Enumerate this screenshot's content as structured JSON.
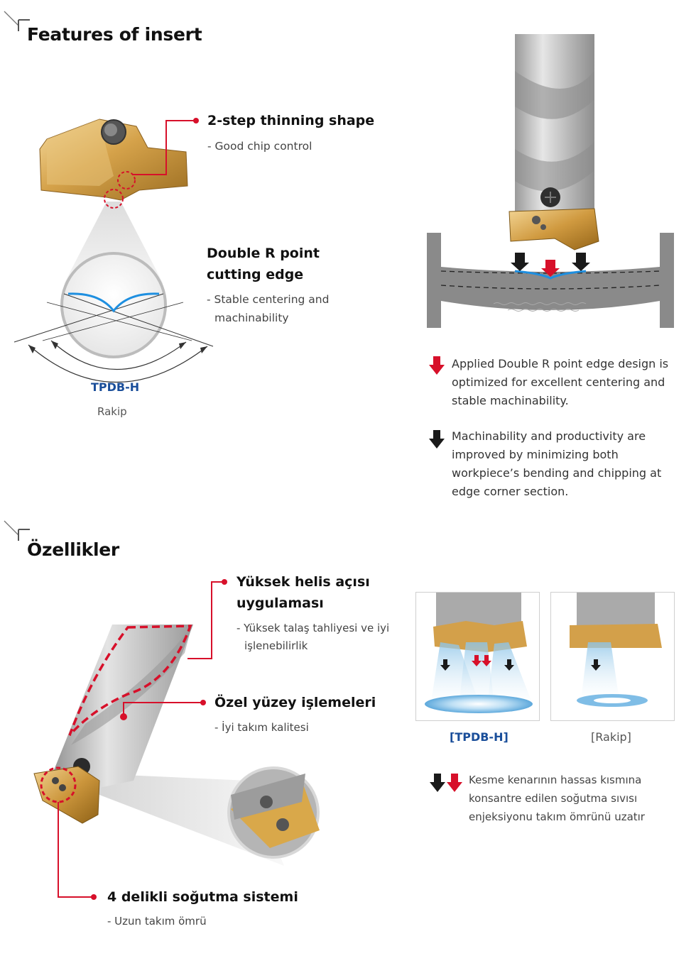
{
  "section1": {
    "title": "Features of insert",
    "feature1": {
      "title": "2-step thinning shape",
      "desc": "- Good chip control"
    },
    "feature2": {
      "title_line1": "Double R point",
      "title_line2": "cutting edge",
      "desc_line1": "- Stable centering and",
      "desc_line2": "machinability"
    },
    "label_tpdb": "TPDB-H",
    "label_rakip": "Rakip",
    "note_red": [
      "Applied Double R point edge design is",
      "optimized for excellent centering and",
      "stable machinability."
    ],
    "note_black": [
      "Machinability and productivity are",
      "improved by minimizing both",
      "workpiece’s bending and chipping at",
      "edge corner section."
    ]
  },
  "section2": {
    "title": "Özellikler",
    "feature1": {
      "title_line1": "Yüksek helis açısı",
      "title_line2": "uygulaması",
      "desc_line1": "- Yüksek talaş tahliyesi ve iyi",
      "desc_line2": "işlenebilirlik"
    },
    "feature2": {
      "title": "Özel yüzey işlemeleri",
      "desc": "- İyi takım kalitesi"
    },
    "feature3": {
      "title": "4 delikli soğutma sistemi",
      "desc": "- Uzun takım ömrü"
    },
    "panel_left_label": "[TPDB-H]",
    "panel_right_label": "[Rakip]",
    "coolant_note": [
      "Kesme kenarının hassas kısmına",
      "konsantre edilen soğutma sıvısı",
      "enjeksiyonu takım ömrünü uzatır"
    ]
  },
  "colors": {
    "accent_red": "#d7102a",
    "brand_blue": "#1a4e9a",
    "gold": "#d9a84a",
    "steel": "#b9b9b9"
  }
}
